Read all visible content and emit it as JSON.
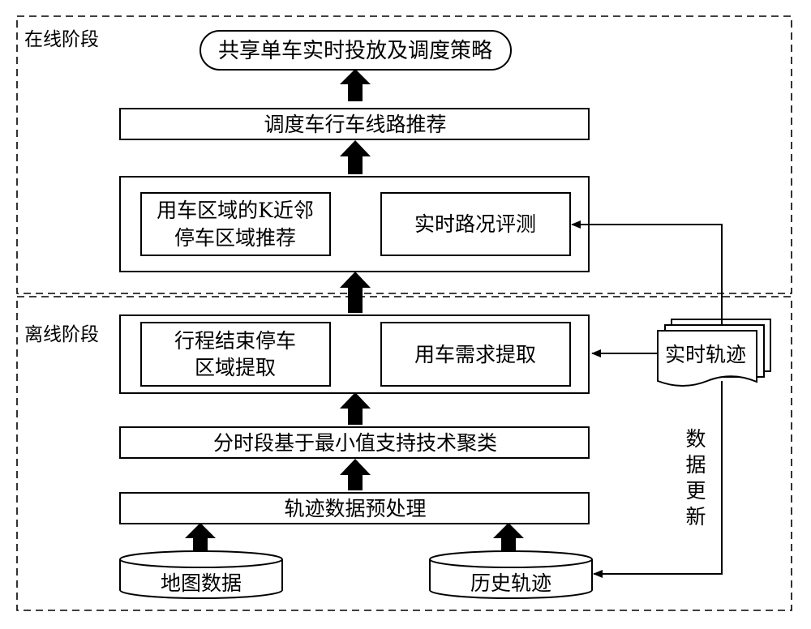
{
  "online_stage": {
    "label": "在线阶段",
    "goal": "共享单车实时投放及调度策略",
    "route_recommend": "调度车行车线路推荐",
    "knn_line1": "用车区域的K近邻",
    "knn_line2": "停车区域推荐",
    "realtime_road": "实时路况评测"
  },
  "offline_stage": {
    "label": "离线阶段",
    "trip_end_line1": "行程结束停车",
    "trip_end_line2": "区域提取",
    "demand_extract": "用车需求提取",
    "clustering": "分时段基于最小值支持技术聚类",
    "preprocess": "轨迹数据预处理",
    "map_data": "地图数据",
    "history_traj": "历史轨迹"
  },
  "realtime_traj": "实时轨迹",
  "data_update": [
    "数",
    "据",
    "更",
    "新"
  ]
}
